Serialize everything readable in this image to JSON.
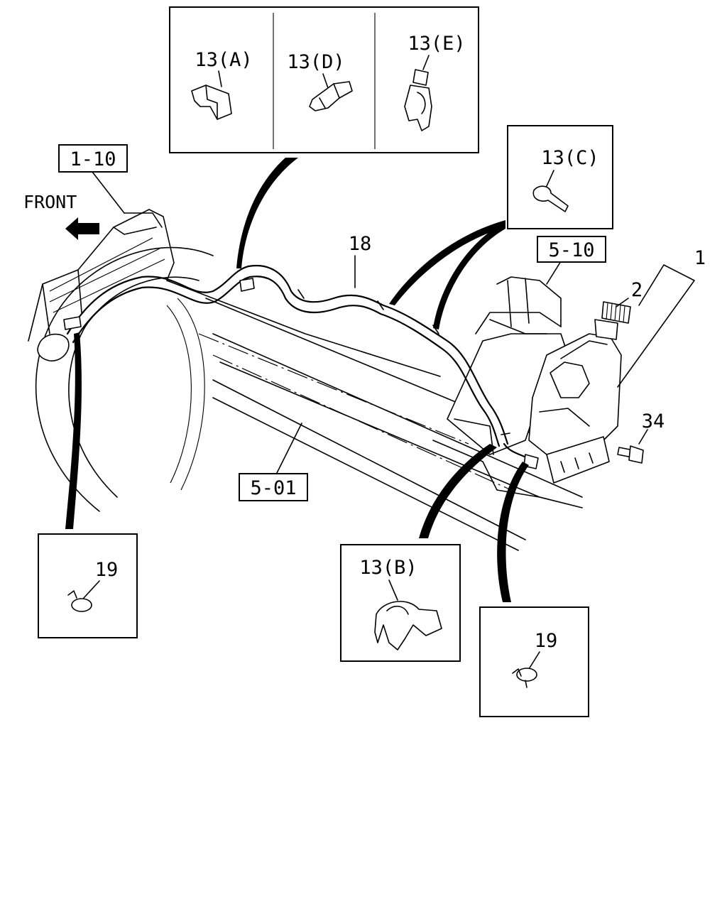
{
  "orientation": {
    "front_label": "FRONT"
  },
  "reference_boxes": {
    "ref_1_10": "1-10",
    "ref_5_10": "5-10",
    "ref_5_01": "5-01"
  },
  "callouts": {
    "c1": "1",
    "c2": "2",
    "c18": "18",
    "c34": "34"
  },
  "detail_panels": {
    "top_group": [
      {
        "label": "13(A)"
      },
      {
        "label": "13(D)"
      },
      {
        "label": "13(E)"
      }
    ],
    "clip_c": {
      "label": "13(C)"
    },
    "clip_b": {
      "label": "13(B)"
    },
    "clamp_left": {
      "label": "19"
    },
    "clamp_right": {
      "label": "19"
    }
  }
}
